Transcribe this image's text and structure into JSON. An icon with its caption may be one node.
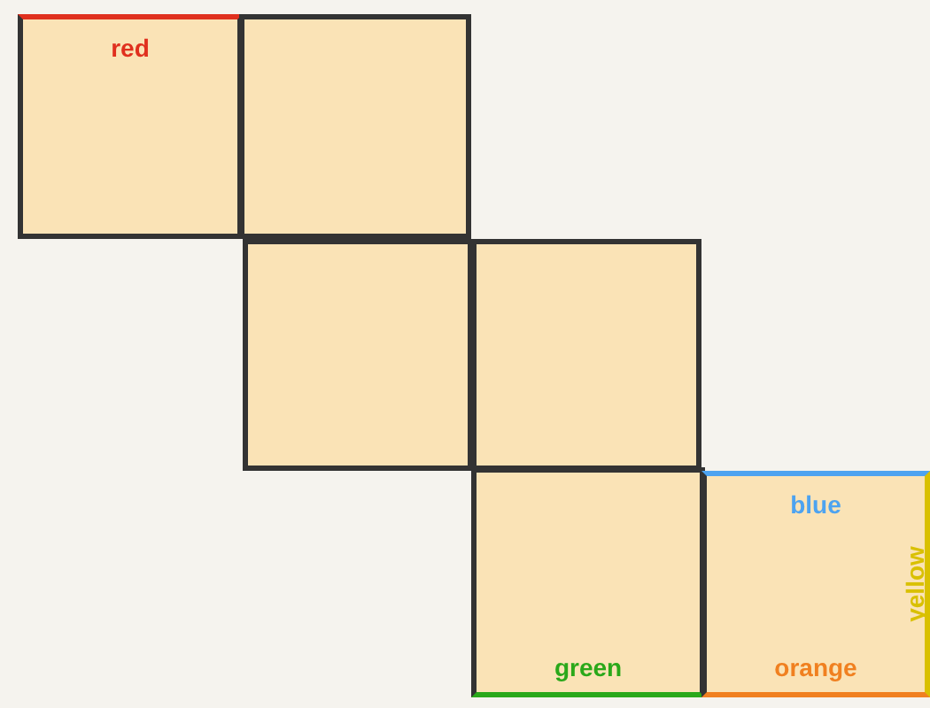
{
  "diagram": {
    "nodes": [
      {
        "text": [
          "red"
        ]
      },
      {
        "text": [],
        "shape": "box"
      },
      {
        "text": [],
        "shape": "box"
      },
      {
        "text": [],
        "shape": "box"
      },
      {
        "text": [
          "green"
        ]
      },
      {
        "text": [
          "blue",
          "yellow",
          "orange"
        ]
      }
    ]
  }
}
